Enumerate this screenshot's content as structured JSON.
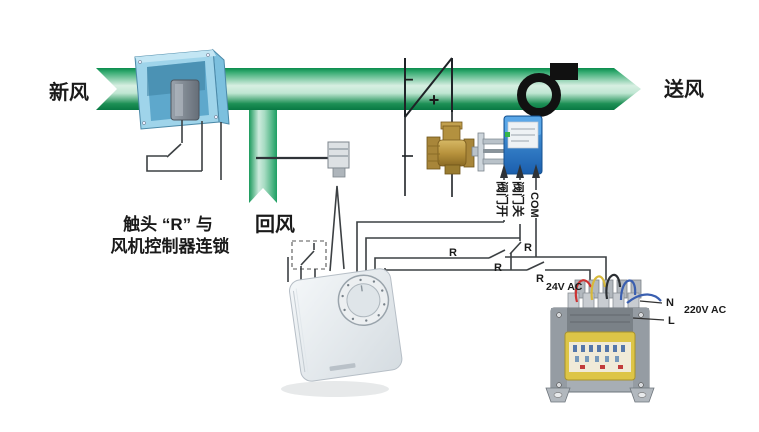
{
  "diagram": {
    "labels": {
      "fresh_air": "新风",
      "supply_air": "送风",
      "return_air": "回风",
      "interlock_line1": "触头 “R” 与",
      "interlock_line2": "风机控制器连锁",
      "valve_open": "阀门开",
      "valve_close": "阀门关",
      "valve_com": "COM",
      "relay_contact": "R",
      "v24": "24V AC",
      "v220": "220V AC",
      "neutral": "N",
      "live": "L",
      "filter_minus": "−",
      "filter_plus": "+"
    },
    "colors": {
      "duct_green_dark": "#0a8c4c",
      "duct_green_pale": "#d7efe2",
      "damper_blue": "#9fd4ea",
      "damper_actuator_gray": "#7e8690",
      "valve_brass": "#b8933d",
      "valve_actuator_blue": "#2b7cc9",
      "wire": "#3c4043",
      "transformer_coil_yellow": "#ddc547",
      "fan_symbol": "#111111"
    }
  }
}
